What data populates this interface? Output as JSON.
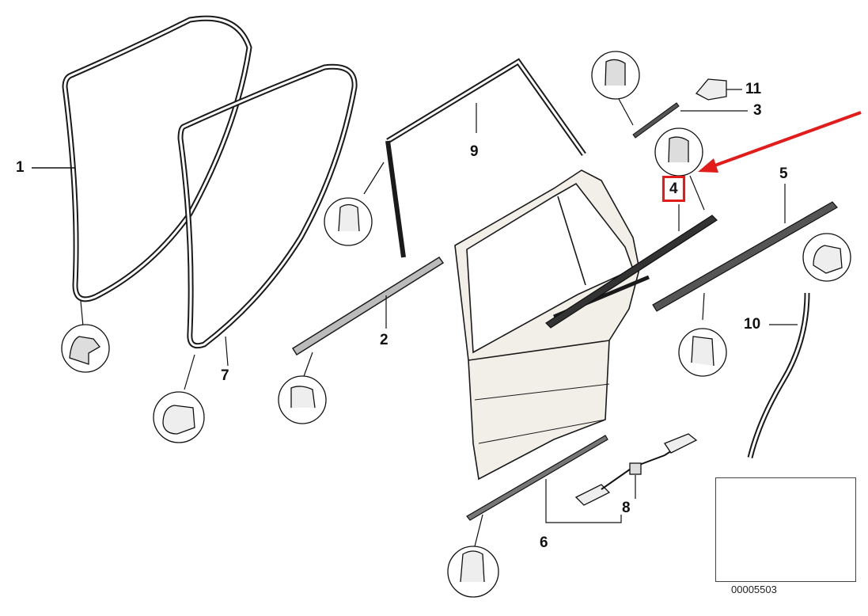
{
  "diagram": {
    "part_numbers": {
      "p1": "1",
      "p2": "2",
      "p3": "3",
      "p4": "4",
      "p5": "5",
      "p6": "6",
      "p7": "7",
      "p8": "8",
      "p9": "9",
      "p10": "10",
      "p11": "11"
    },
    "highlighted_part": "4",
    "highlight_color": "#e21b1b",
    "diagram_code": "00005503"
  }
}
